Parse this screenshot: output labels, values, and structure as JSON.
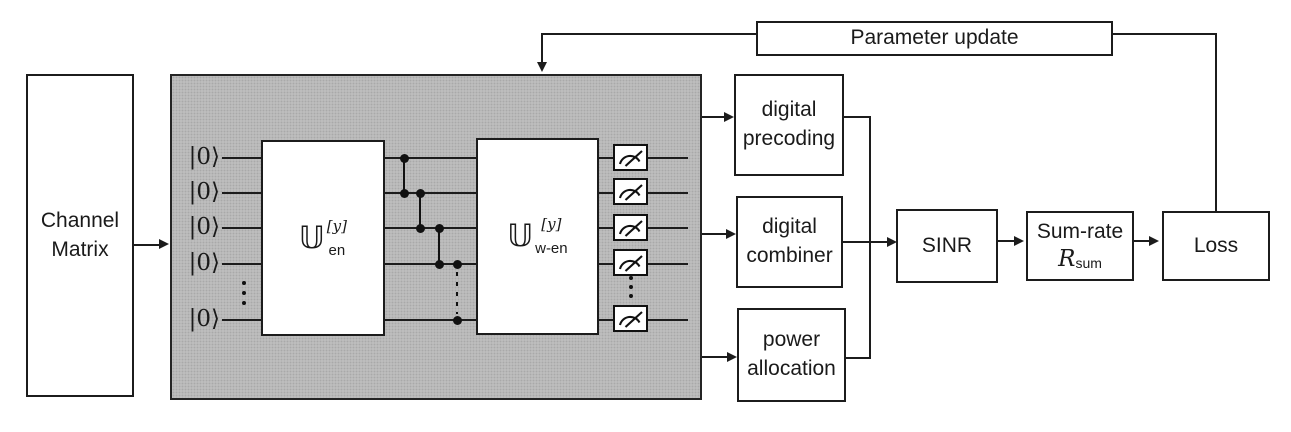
{
  "diagram": {
    "channel_matrix": {
      "line1": "Channel",
      "line2": "Matrix"
    },
    "parameter_update": {
      "label": "Parameter update"
    },
    "quantum_circuit": {
      "ket_label": "|0⟩",
      "encoder": {
        "base": "𝕌",
        "sup": "[y]",
        "sub": "en"
      },
      "weighted_encoder": {
        "base": "𝕌",
        "sup": "[y]",
        "sub": "w-en"
      }
    },
    "output_blocks": {
      "digital_precoding": {
        "line1": "digital",
        "line2": "precoding"
      },
      "digital_combiner": {
        "line1": "digital",
        "line2": "combiner"
      },
      "power_allocation": {
        "line1": "power",
        "line2": "allocation"
      }
    },
    "metric_blocks": {
      "sinr": {
        "label": "SINR"
      },
      "sum_rate": {
        "line1": "Sum-rate",
        "symbol": "R",
        "subscript": "sum"
      },
      "loss": {
        "label": "Loss"
      }
    },
    "colors": {
      "panel_fill": "#c2c2c2",
      "panel_dot": "#a9a9a9",
      "line": "#1c1c1c",
      "box_background": "#ffffff"
    }
  }
}
